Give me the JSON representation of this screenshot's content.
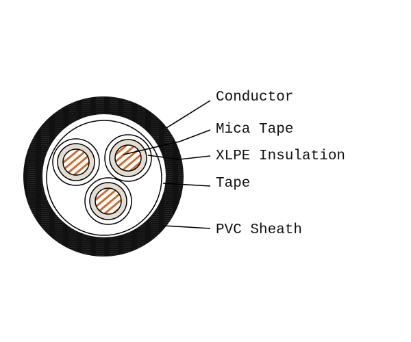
{
  "labels": {
    "conductor": "Conductor",
    "mica_tape": "Mica Tape",
    "xlpe_insulation": "XLPE Insulation",
    "tape": "Tape",
    "pvc_sheath": "PVC Sheath"
  },
  "colors": {
    "sheath": "#111111",
    "insulation": "#e4ded2",
    "conductor_strand": "#d2692a",
    "line": "#000000"
  }
}
